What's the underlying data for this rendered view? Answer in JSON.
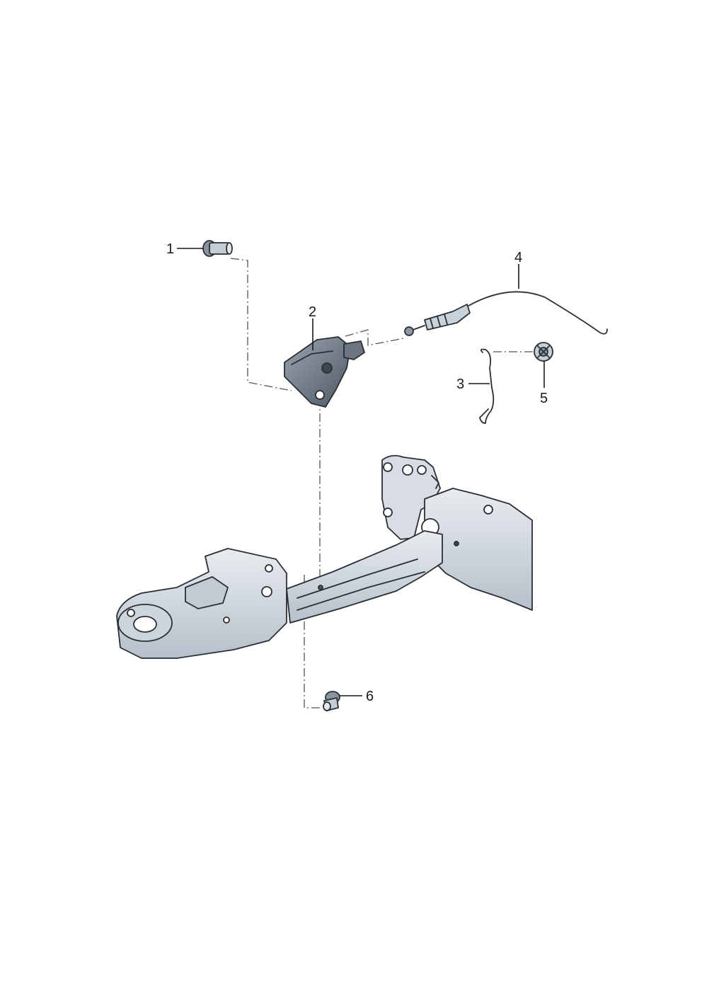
{
  "callouts": [
    {
      "id": "1",
      "label": "1"
    },
    {
      "id": "2",
      "label": "2"
    },
    {
      "id": "3",
      "label": "3"
    },
    {
      "id": "4",
      "label": "4"
    },
    {
      "id": "5",
      "label": "5"
    },
    {
      "id": "6",
      "label": "6"
    }
  ],
  "colors": {
    "part_fill_light": "#dde3e9",
    "part_fill_mid": "#bcc6d0",
    "part_fill_dark": "#7d8893",
    "outline": "#2a2f36",
    "leader": "#1a1a1a"
  }
}
